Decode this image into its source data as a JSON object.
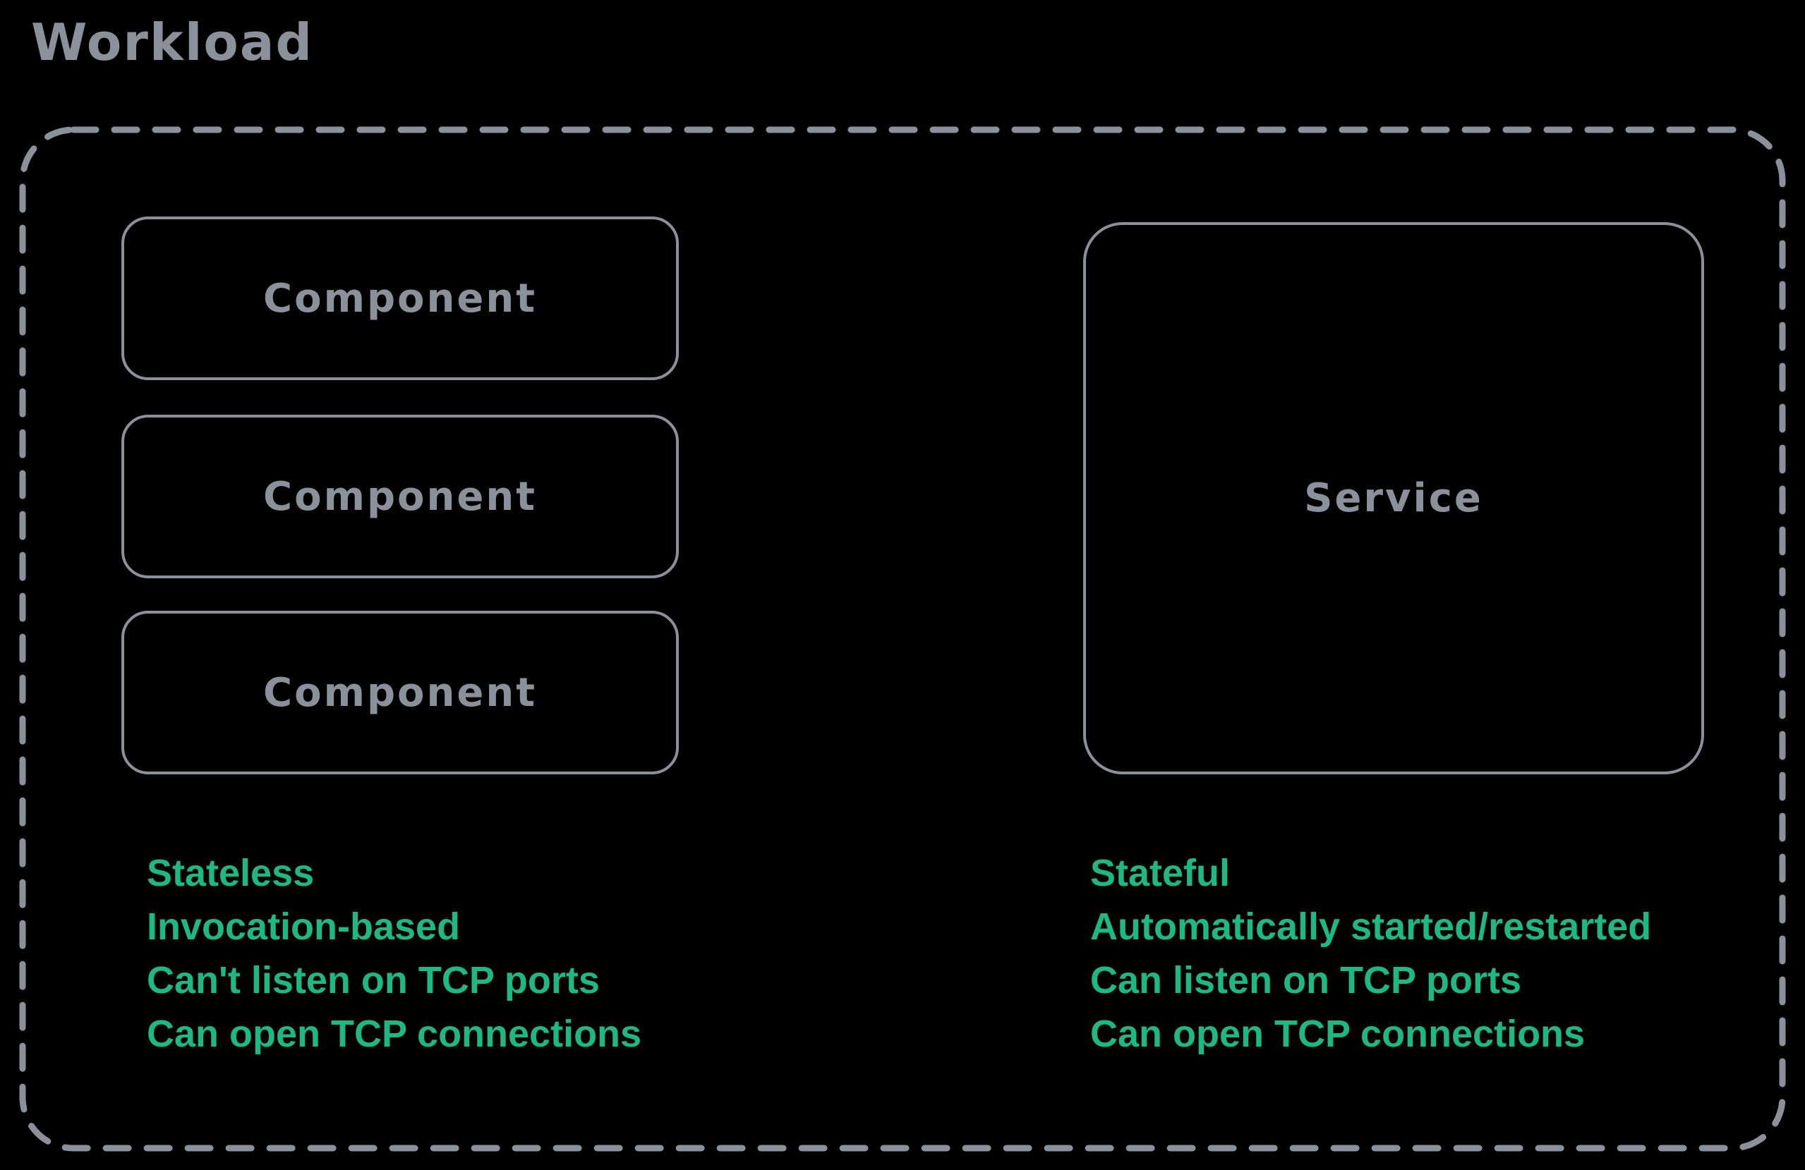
{
  "title": "Workload",
  "colors": {
    "gray": "#8b919a",
    "green": "#1db884",
    "background": "#000000"
  },
  "components": {
    "items": [
      "Component",
      "Component",
      "Component"
    ]
  },
  "service": {
    "label": "Service"
  },
  "left_notes": {
    "lines": [
      "Stateless",
      "Invocation-based",
      "Can't listen on TCP ports",
      "Can open TCP connections"
    ]
  },
  "right_notes": {
    "lines": [
      "Stateful",
      "Automatically started/restarted",
      "Can listen on TCP ports",
      "Can open TCP connections"
    ]
  }
}
